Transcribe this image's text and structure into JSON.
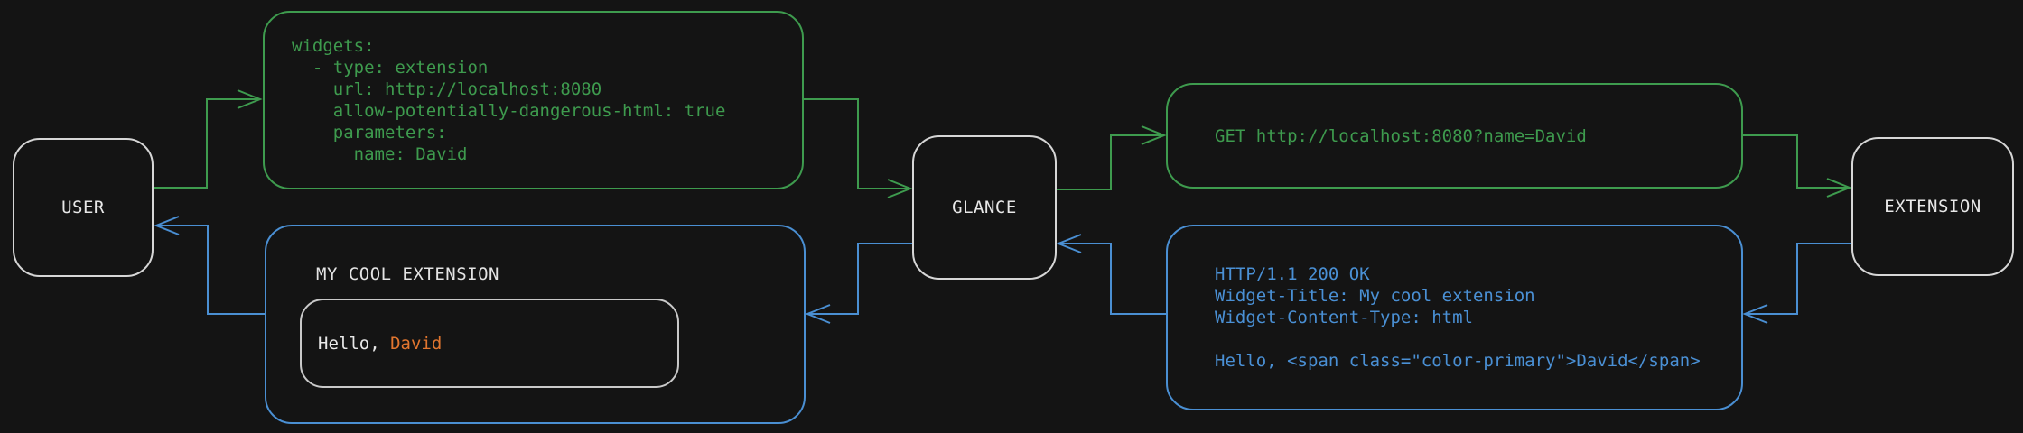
{
  "diagram": {
    "nodes": {
      "user": {
        "label": "USER"
      },
      "glance": {
        "label": "GLANCE"
      },
      "extension": {
        "label": "EXTENSION"
      }
    },
    "config_box": {
      "code": "widgets:\n  - type: extension\n    url: http://localhost:8080\n    allow-potentially-dangerous-html: true\n    parameters:\n      name: David"
    },
    "request_box": {
      "code": "GET http://localhost:8080?name=David"
    },
    "response_box": {
      "code": "HTTP/1.1 200 OK\nWidget-Title: My cool extension\nWidget-Content-Type: html\n\nHello, <span class=\"color-primary\">David</span>"
    },
    "widget_preview": {
      "title": "MY COOL EXTENSION",
      "greeting_prefix": "Hello, ",
      "greeting_name": "David"
    },
    "colors": {
      "background": "#141414",
      "request_flow_green": "#3e9b4e",
      "response_flow_blue": "#4a8fd3",
      "accent_name_orange": "#e2762f",
      "node_border": "#d6d6d6",
      "text_white": "#e8e8e8"
    }
  }
}
